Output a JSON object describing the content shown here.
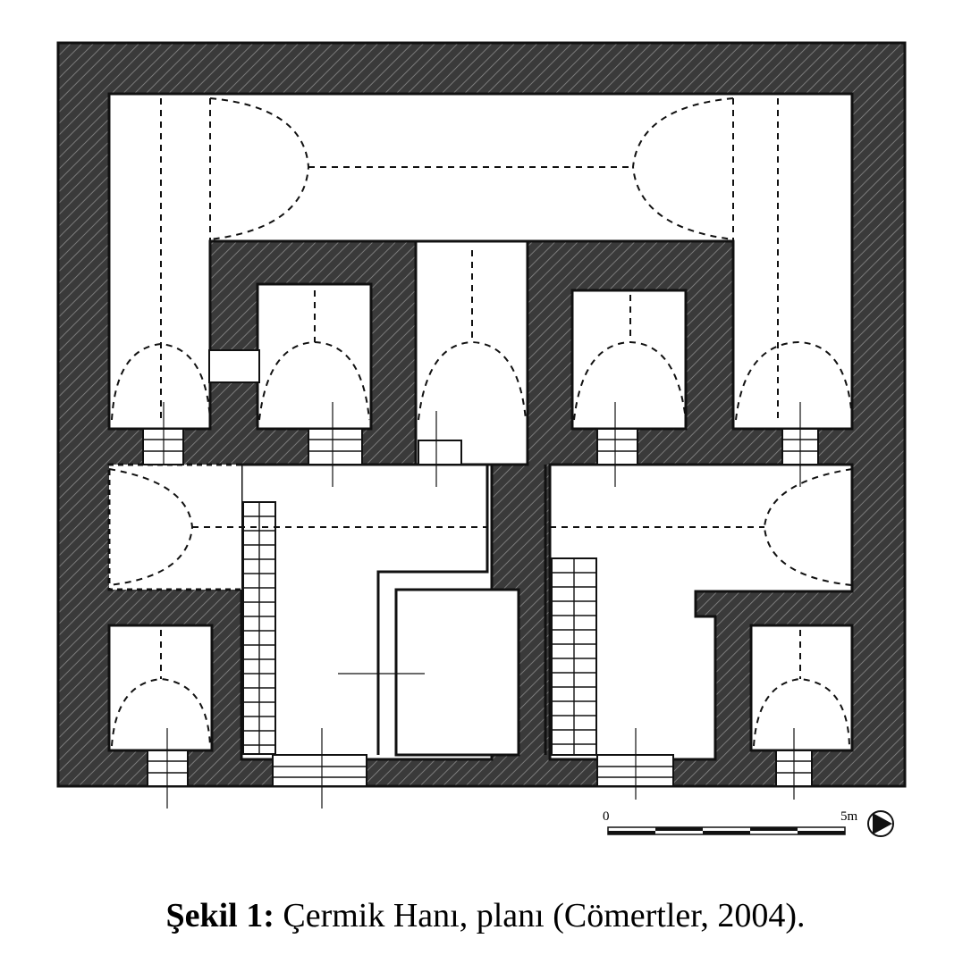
{
  "figure": {
    "scale_labels": {
      "start": "0",
      "end": "5m"
    },
    "caption": {
      "label": "Şekil 1:",
      "text": "Çermik Hanı, planı (Cömertler, 2004)."
    }
  },
  "colors": {
    "wall_fill": "#3a3a3a",
    "hatch": "#8a8a8a",
    "floor": "#ffffff",
    "line": "#111111"
  },
  "icons": [
    "north-arrow-icon"
  ]
}
